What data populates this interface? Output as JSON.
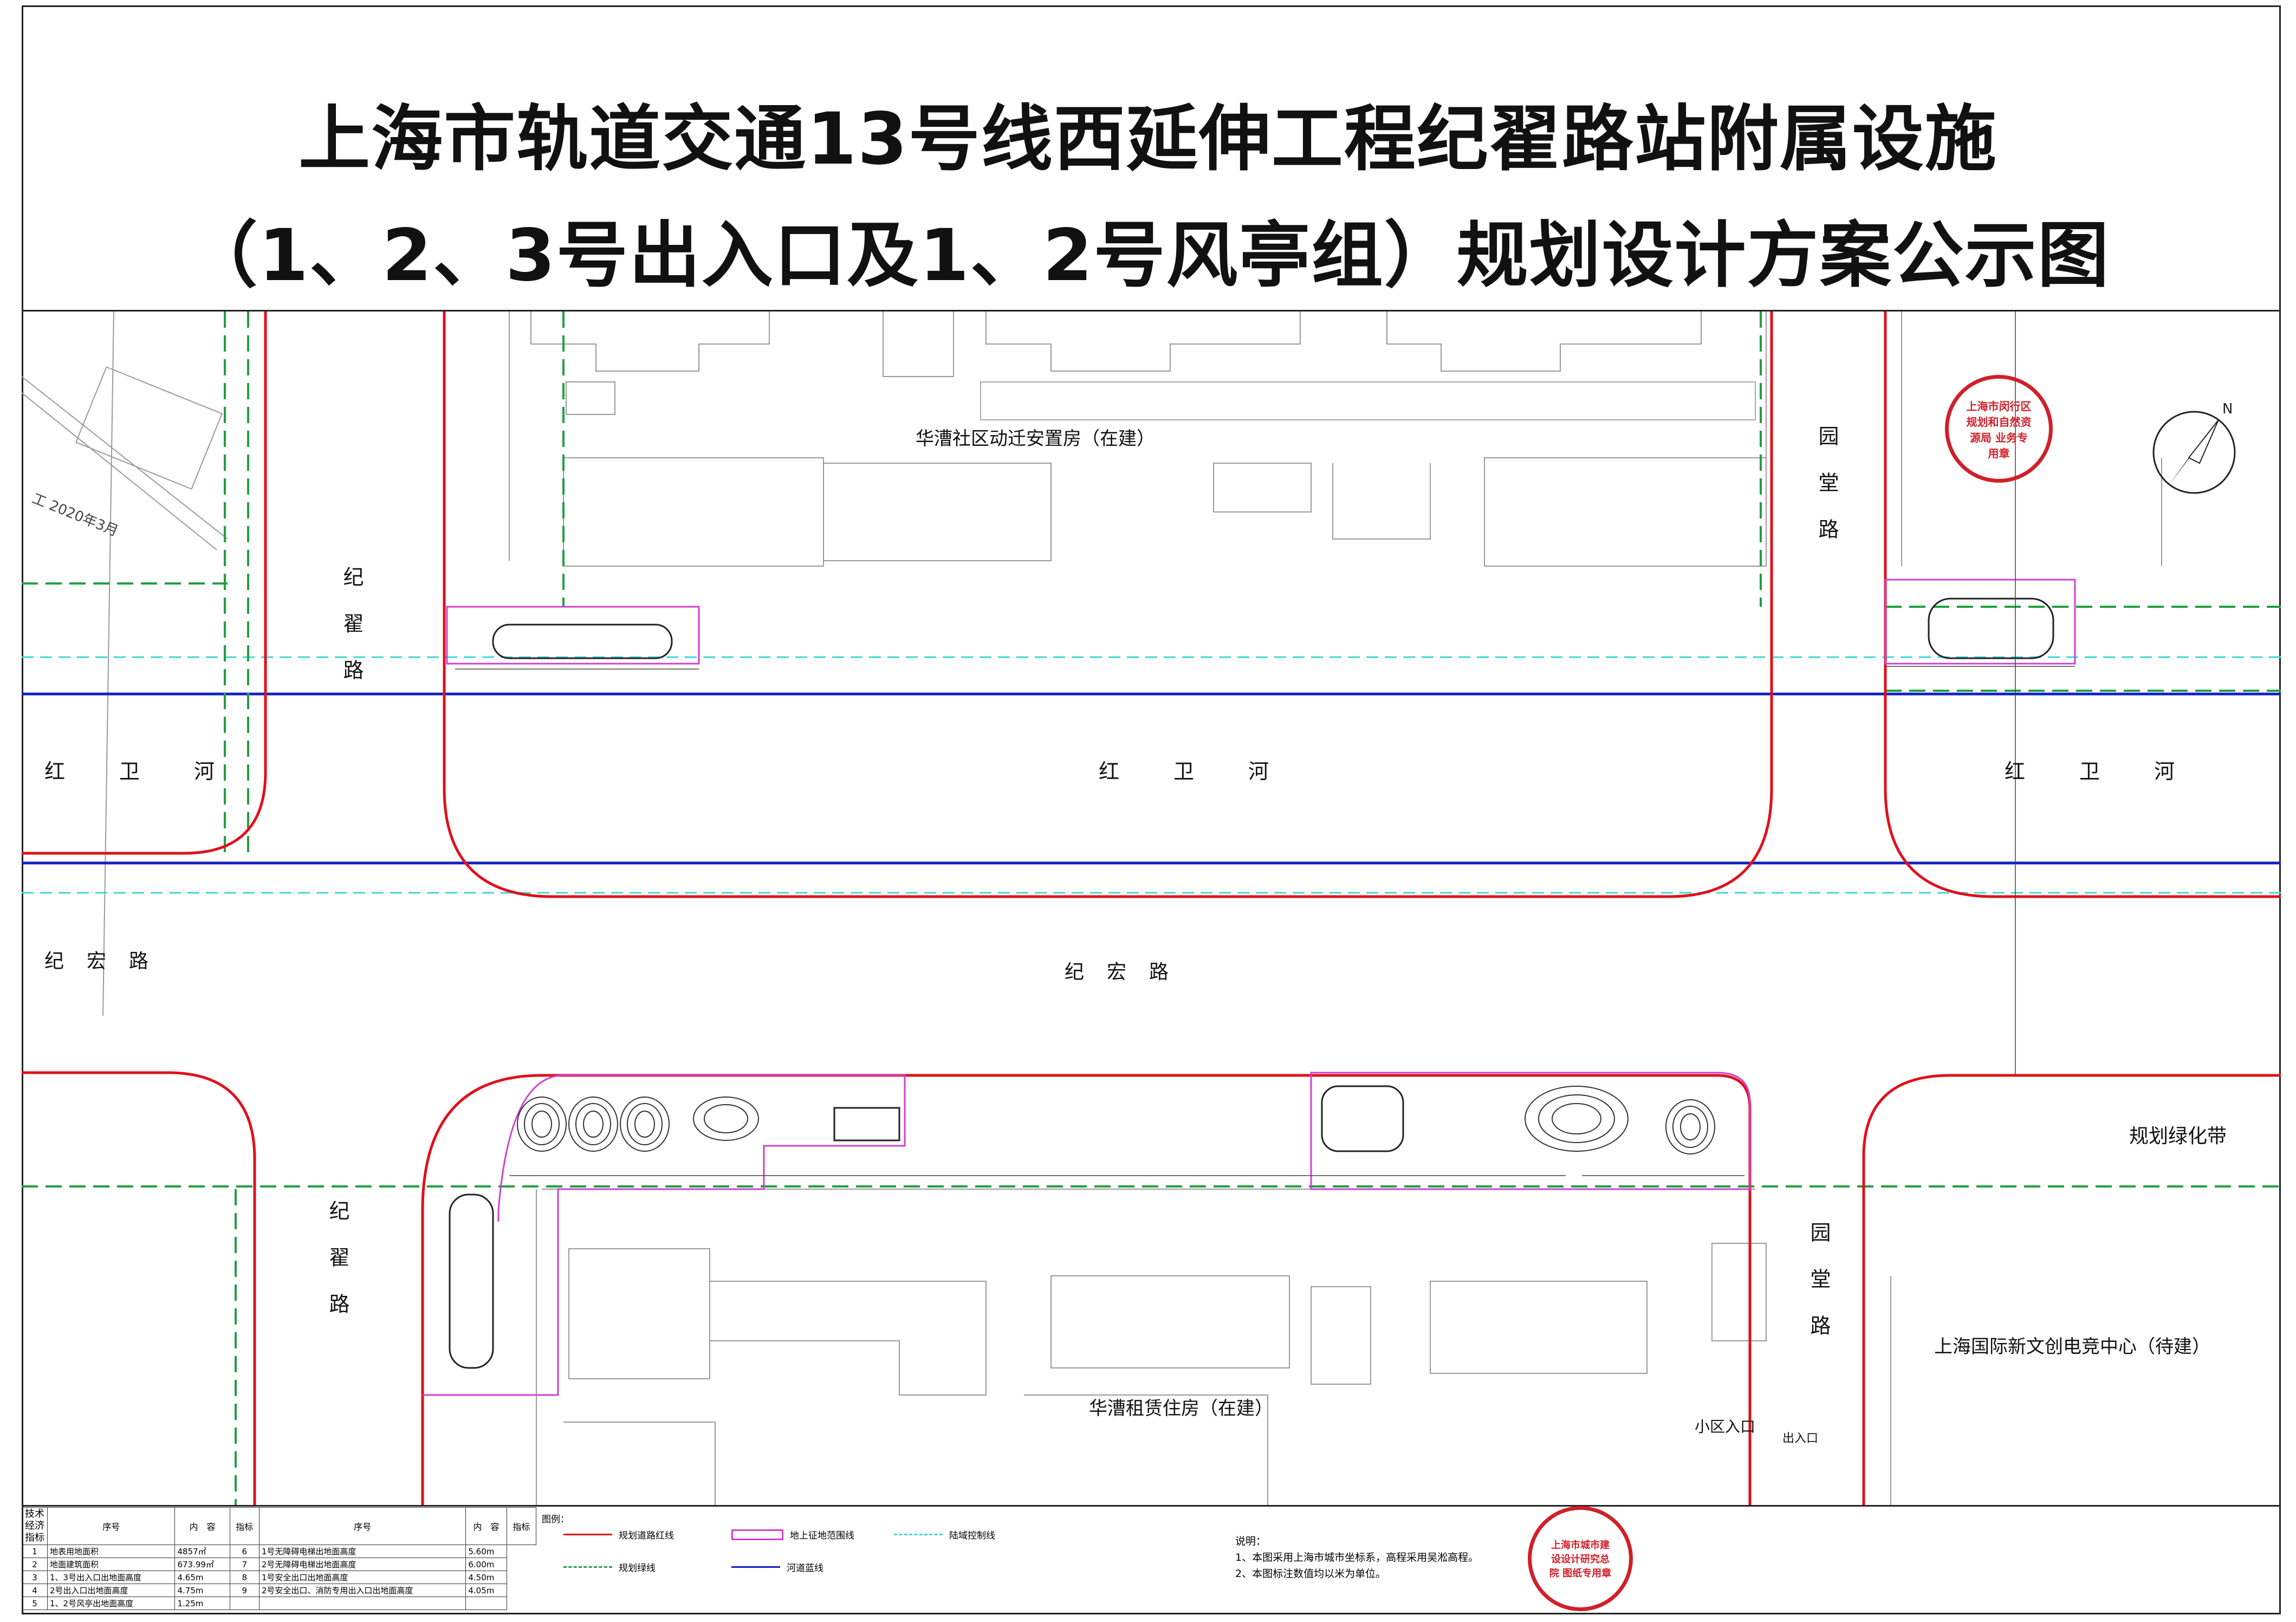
{
  "title": {
    "line1": "上海市轨道交通13号线西延伸工程纪翟路站附属设施",
    "line2": "（1、2、3号出入口及1、2号风亭组）规划设计方案公示图"
  },
  "roads": {
    "jizhai_top": "纪翟路",
    "jizhai_bottom": "纪翟路",
    "yuantang_top": "园堂路",
    "yuantang_bottom": "园堂路",
    "hongwei_left": "红卫河",
    "hongwei_center": "红卫河",
    "hongwei_right": "红卫河",
    "jihong_left": "纪宏路",
    "jihong_center": "纪宏路"
  },
  "areas": {
    "resettlement": "华漕社区动迁安置房（在建）",
    "rental": "华漕租赁住房（在建）",
    "esports": "上海国际新文创电竞中心（待建）",
    "green_belt": "规划绿化带",
    "community_entrance": "小区入口",
    "exit_entrance": "出入口",
    "construction_note": "工 2020年3月"
  },
  "table": {
    "side_label": "技术经济指标",
    "headers": [
      "序号",
      "内　容",
      "指标",
      "序号",
      "内　容",
      "指标"
    ],
    "rows": [
      [
        "1",
        "地表用地面积",
        "4857㎡",
        "6",
        "1号无障碍电梯出地面高度",
        "5.60m"
      ],
      [
        "2",
        "地面建筑面积",
        "673.99㎡",
        "7",
        "2号无障碍电梯出地面高度",
        "6.00m"
      ],
      [
        "3",
        "1、3号出入口出地面高度",
        "4.65m",
        "8",
        "1号安全出口出地面高度",
        "4.50m"
      ],
      [
        "4",
        "2号出入口出地面高度",
        "4.75m",
        "9",
        "2号安全出口、消防专用出入口出地面高度",
        "4.05m"
      ],
      [
        "5",
        "1、2号风亭出地面高度",
        "1.25m",
        "",
        "",
        ""
      ]
    ]
  },
  "legend": {
    "title": "图例：",
    "items": [
      {
        "label": "规划道路红线",
        "color": "#e0101a"
      },
      {
        "label": "地上征地范围线",
        "color": "#d040d0"
      },
      {
        "label": "陆域控制线",
        "color": "#40d8d8"
      },
      {
        "label": "规划绿线",
        "color": "#20a040"
      },
      {
        "label": "河道蓝线",
        "color": "#1020c0"
      }
    ]
  },
  "notes": {
    "title": "说明：",
    "line1": "1、本图采用上海市城市坐标系，高程采用吴淞高程。",
    "line2": "2、本图标注数值均以米为单位。"
  },
  "stamps": {
    "top": "上海市闵行区规划和自然资源局 业务专用章",
    "bottom": "上海市城市建设设计研究总院 图纸专用章"
  },
  "colors": {
    "road_red": "#e0101a",
    "land_magenta": "#d040d0",
    "water_cyan": "#40d8d8",
    "green_line": "#20a040",
    "river_blue": "#1020c0",
    "stamp_red": "#d0202a"
  },
  "icons": [
    "north-arrow-icon",
    "stamp-icon"
  ]
}
